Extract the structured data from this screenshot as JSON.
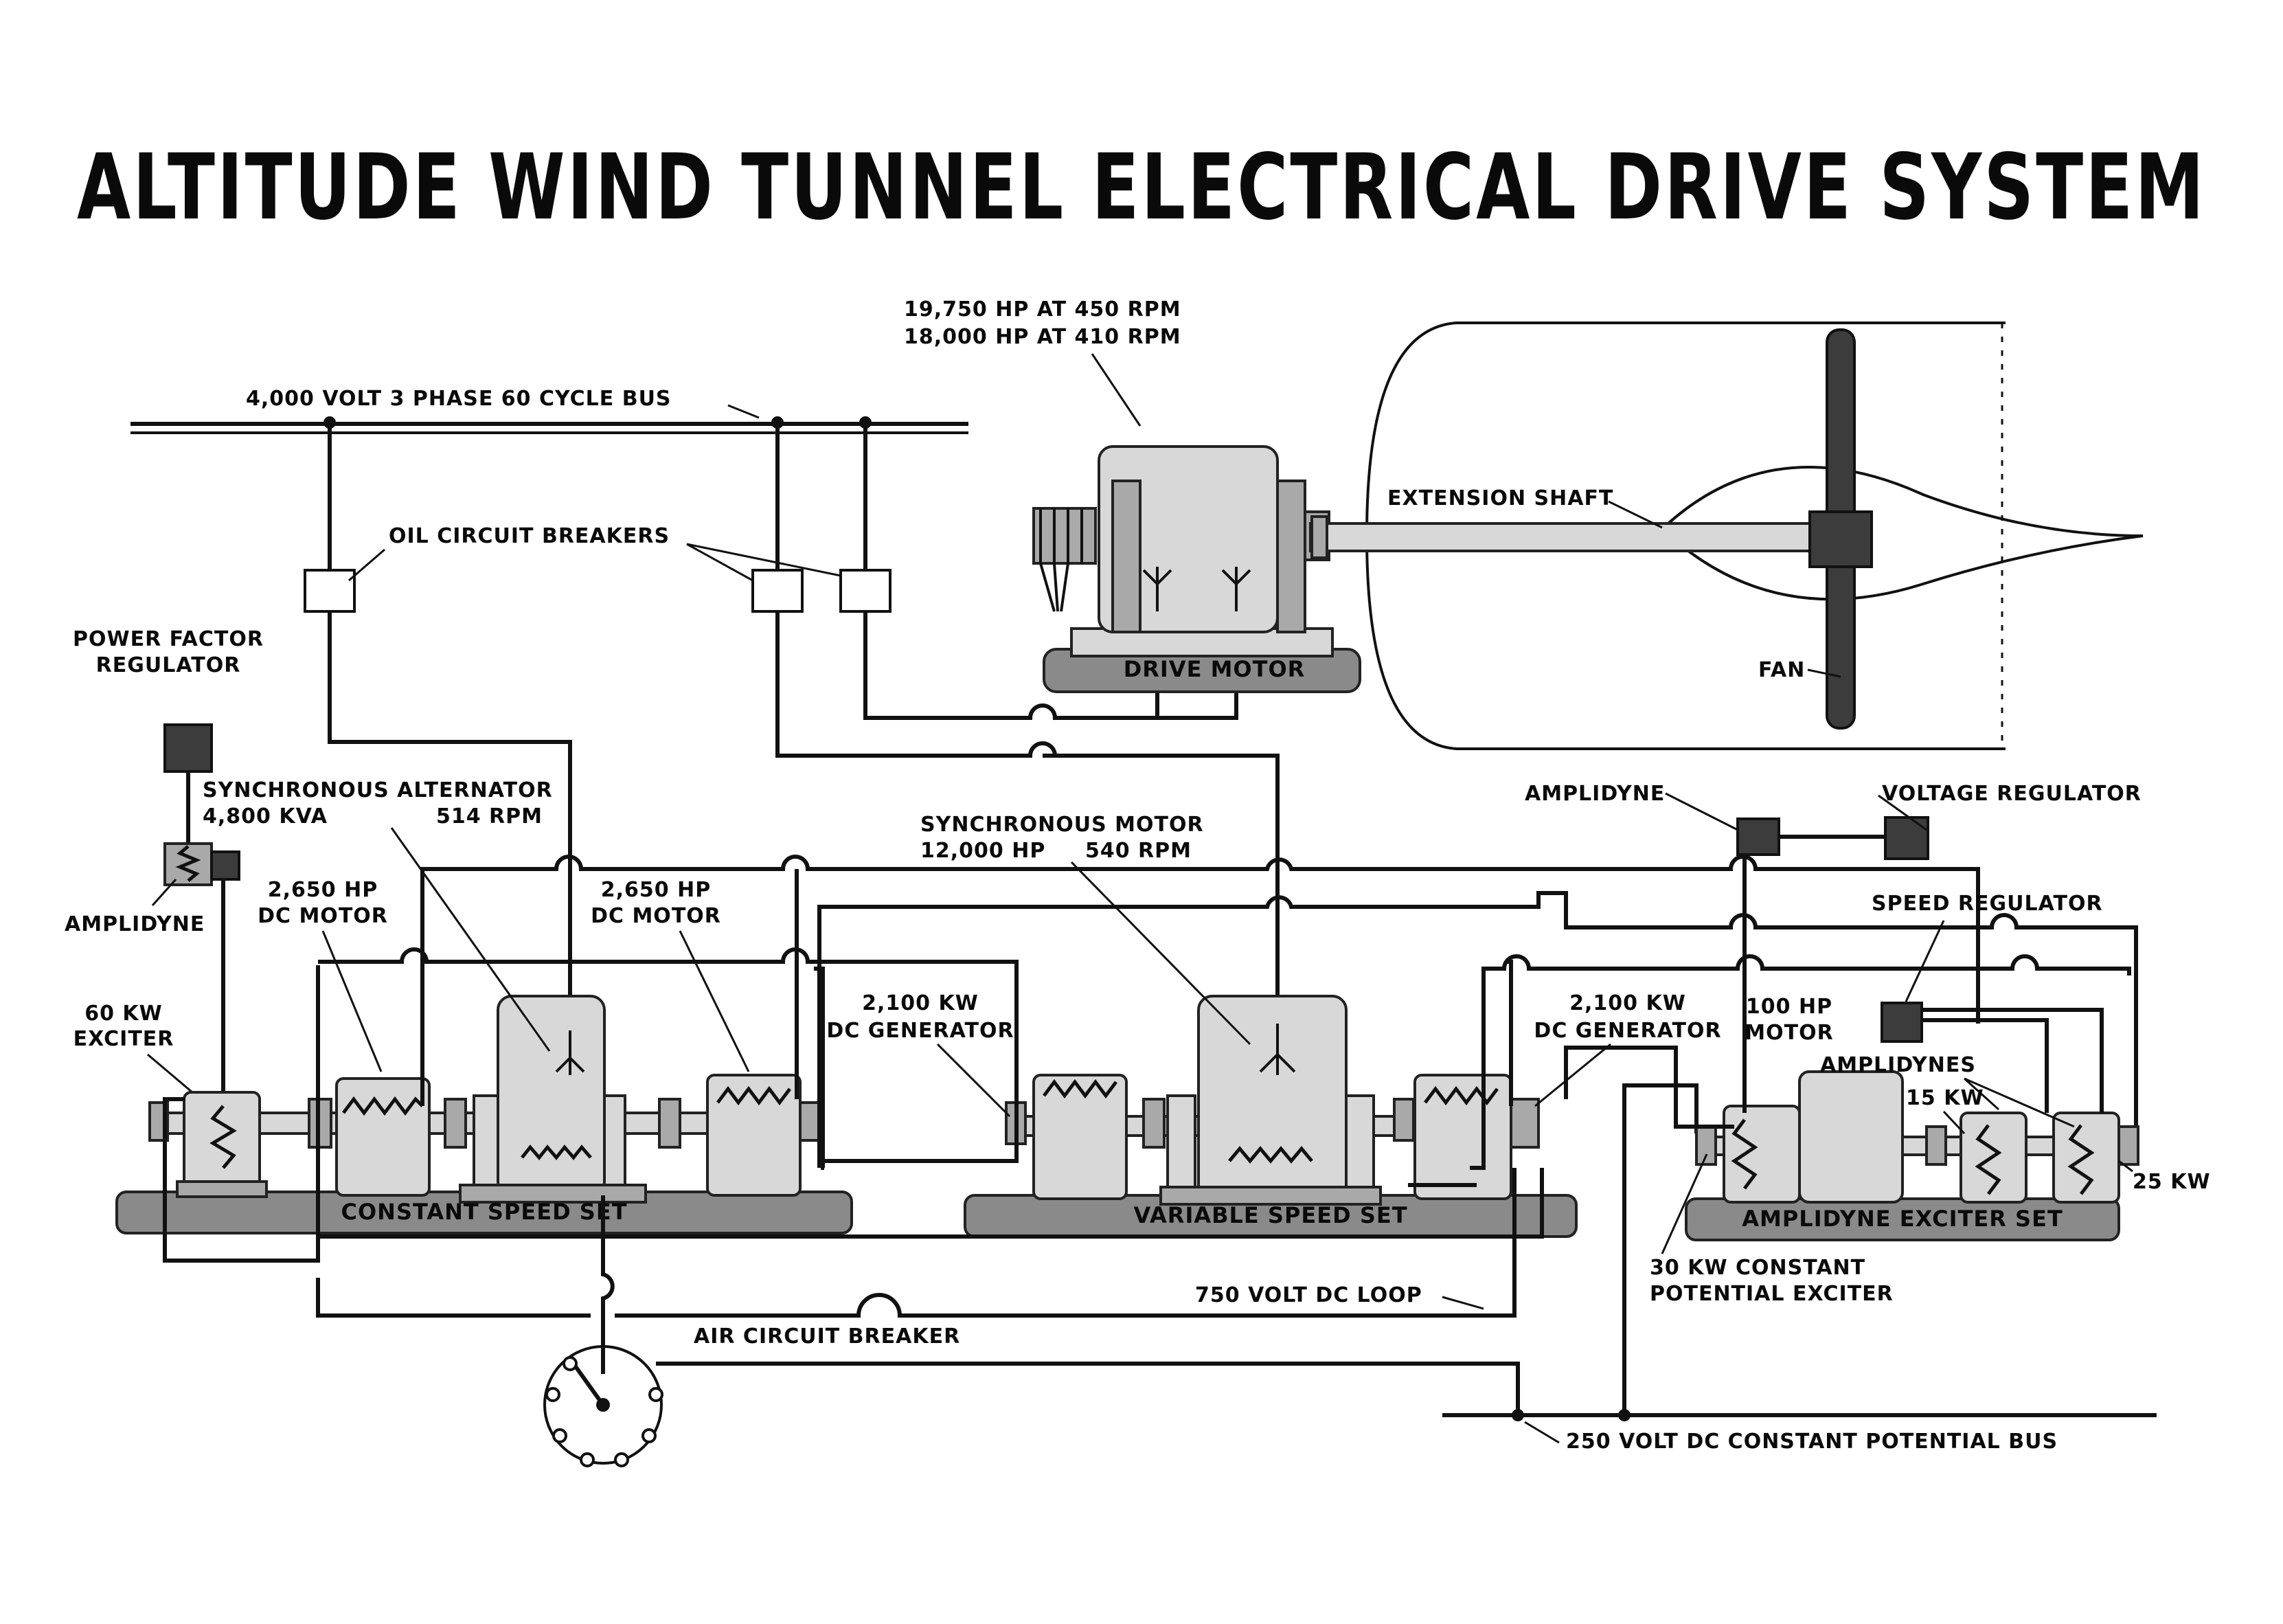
{
  "title": "ALTITUDE WIND TUNNEL ELECTRICAL DRIVE SYSTEM",
  "labels": {
    "bus_4000": "4,000 VOLT 3 PHASE 60 CYCLE BUS",
    "oil_breakers": "OIL CIRCUIT BREAKERS",
    "drive_motor_rating_1": "19,750 HP AT 450 RPM",
    "drive_motor_rating_2": "18,000 HP AT 410 RPM",
    "drive_motor": "DRIVE MOTOR",
    "extension_shaft": "EXTENSION SHAFT",
    "fan": "FAN",
    "pf_regulator_1": "POWER FACTOR",
    "pf_regulator_2": "REGULATOR",
    "amplidyne_left": "AMPLIDYNE",
    "exciter_60kw_1": "60 KW",
    "exciter_60kw_2": "EXCITER",
    "sync_alt_1": "SYNCHRONOUS ALTERNATOR",
    "sync_alt_2": "4,800 KVA",
    "sync_alt_3": "514 RPM",
    "dc_motor_a_1": "2,650 HP",
    "dc_motor_a_2": "DC MOTOR",
    "dc_motor_b_1": "2,650 HP",
    "dc_motor_b_2": "DC MOTOR",
    "constant_speed_set": "CONSTANT SPEED SET",
    "sync_motor_1": "SYNCHRONOUS MOTOR",
    "sync_motor_2": "12,000 HP",
    "sync_motor_3": "540 RPM",
    "dc_gen_a_1": "2,100 KW",
    "dc_gen_a_2": "DC GENERATOR",
    "dc_gen_b_1": "2,100 KW",
    "dc_gen_b_2": "DC GENERATOR",
    "variable_speed_set": "VARIABLE SPEED SET",
    "amplidyne_right": "AMPLIDYNE",
    "voltage_regulator": "VOLTAGE REGULATOR",
    "speed_regulator": "SPEED REGULATOR",
    "motor_100hp_1": "100 HP",
    "motor_100hp_2": "MOTOR",
    "amplidynes": "AMPLIDYNES",
    "kw_15": "15 KW",
    "kw_25": "25 KW",
    "amplidyne_exciter_set": "AMPLIDYNE EXCITER SET",
    "exciter_30kw_1": "30 KW CONSTANT",
    "exciter_30kw_2": "POTENTIAL EXCITER",
    "dc_loop": "750 VOLT DC LOOP",
    "air_breaker": "AIR CIRCUIT BREAKER",
    "bus_250": "250 VOLT DC CONSTANT POTENTIAL BUS"
  }
}
